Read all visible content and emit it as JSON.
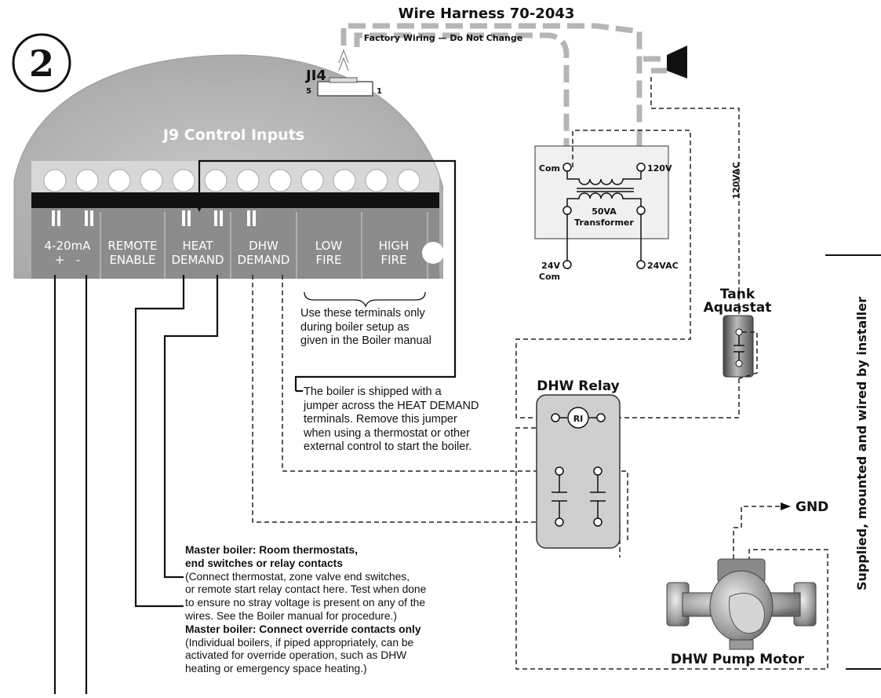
{
  "step_number": "2",
  "harness": {
    "title": "Wire Harness 70-2043",
    "factory_note": "Factory Wiring — Do Not Change"
  },
  "connector": {
    "name": "JI4",
    "pin_left": "5",
    "pin_right": "1"
  },
  "board": {
    "title": "J9 Control Inputs",
    "terminals": [
      {
        "line1": "4-20mA",
        "line2": "+   -"
      },
      {
        "line1": "REMOTE",
        "line2": "ENABLE"
      },
      {
        "line1": "HEAT",
        "line2": "DEMAND"
      },
      {
        "line1": "DHW",
        "line2": "DEMAND"
      },
      {
        "line1": "LOW",
        "line2": "FIRE"
      },
      {
        "line1": "HIGH",
        "line2": "FIRE"
      }
    ]
  },
  "setup_note": [
    "Use these terminals only",
    "during boiler setup as",
    "given in the Boiler manual"
  ],
  "jumper_note": [
    "The boiler is shipped with a",
    "jumper across the HEAT DEMAND",
    "terminals. Remove this jumper",
    "when using a thermostat or other",
    "external control to start the boiler."
  ],
  "transformer": {
    "com": "Com",
    "v120": "120V",
    "rating": "50VA",
    "name": "Transformer",
    "com24_line1": "24V",
    "com24_line2": "Com",
    "vac24": "24VAC"
  },
  "vac_label": "120VAC",
  "aquastat": {
    "line1": "Tank",
    "line2": "Aquastat"
  },
  "relay": {
    "title": "DHW Relay",
    "coil": "RI"
  },
  "gnd": "GND",
  "pump": "DHW Pump Motor",
  "installer_note": "Supplied, mounted and wired by installer",
  "master_note": {
    "h1a": "Master boiler: Room thermostats,",
    "h1b": "end switches or relay contacts",
    "p1": [
      "(Connect thermostat, zone valve end switches,",
      "or remote start relay contact here. Test when done",
      "to ensure no stray voltage is present on any of the",
      "wires. See the Boiler manual for procedure.)"
    ],
    "h2": "Master boiler: Connect override contacts only",
    "p2": [
      "(Individual boilers, if piped appropriately, can be",
      "activated for override operation, such as DHW",
      "heating or emergency space heating.)"
    ]
  }
}
